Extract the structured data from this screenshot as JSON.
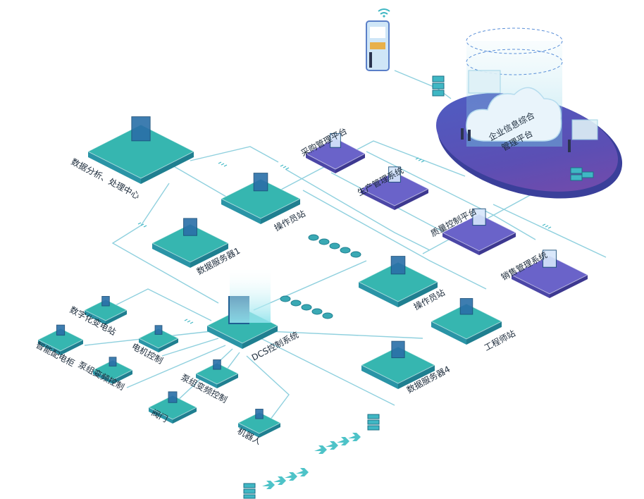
{
  "enterprise_platform": {
    "line1": "企业信息综合",
    "line2": "管理平台"
  },
  "nodes": {
    "data_center": "数据分析、处理中心",
    "purchasing": "采购管理平台",
    "production": "生产管理系统",
    "operator_1": "操作员站",
    "quality": "质量控制平台",
    "server_1": "数据服务器1",
    "sales": "销售管理系统",
    "operator_2": "操作员站",
    "dcs": "DCS控制系统",
    "engineer": "工程师站",
    "digital_substation": "数字化变电站",
    "smart_cabinet": "智能配电柜",
    "motor": "电机控制",
    "pump_vfd_1": "泵组变频控制",
    "pump_vfd_2": "泵组变频控制",
    "valve": "阀门",
    "robot": "机器人",
    "server_4": "数据服务器4"
  },
  "colors": {
    "platform_face": "#36b6b0",
    "platform_edge": "#1f7f90",
    "platform_front": "#2a94a6",
    "purple_face": "#6a63c9",
    "line": "#8fd0de",
    "ellipse": "#4a54b8",
    "cloud": "#e9f4fb"
  }
}
